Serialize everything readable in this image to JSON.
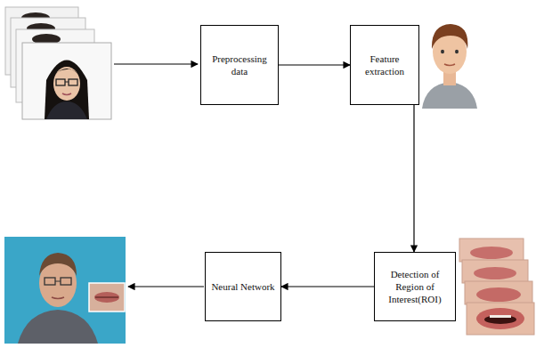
{
  "diagram": {
    "nodes": [
      {
        "text": [
          "Preprocessing data"
        ]
      },
      {
        "text": [
          "Feature extraction"
        ]
      },
      {
        "text": [
          "Detection of Region of Interest(ROI)"
        ]
      },
      {
        "text": [
          "Neural Network"
        ]
      }
    ],
    "edges": [
      {
        "from": 0,
        "to": 1,
        "arrow": "to"
      },
      {
        "from": 1,
        "to": 2,
        "arrow": "to"
      },
      {
        "from": 2,
        "to": 3,
        "arrow": "to"
      }
    ]
  }
}
